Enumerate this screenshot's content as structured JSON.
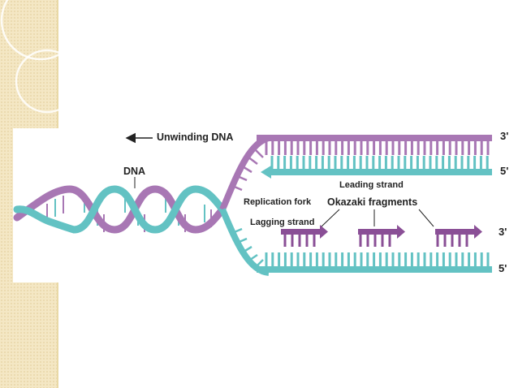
{
  "labels": {
    "unwinding": "Unwinding DNA",
    "dna": "DNA",
    "leading": "Leading strand",
    "fork": "Replication fork",
    "okazaki": "Okazaki fragments",
    "lagging": "Lagging strand",
    "top_right_end": "3'",
    "leading_new_end": "5'",
    "lagging_template_end": "3'",
    "bottom_right_end": "5'"
  },
  "colors": {
    "parental_strand": "#a877b4",
    "new_strand": "#63c2c3",
    "fragment": "#8a4f96",
    "background_band": "#f4e7c4"
  }
}
